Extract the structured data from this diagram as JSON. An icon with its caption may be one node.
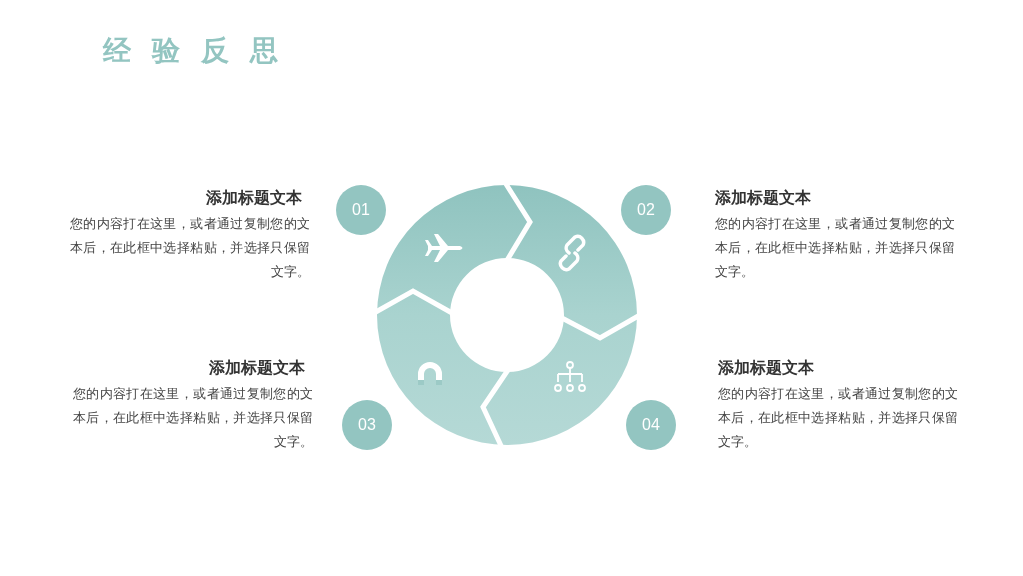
{
  "diagram": {
    "title": "经验反思",
    "nodes": [
      {
        "text": [
          "01"
        ],
        "beside": [
          "添加标题文本",
          "您的内容打在这里，或者通过复制您的文本后，在此框中选择粘贴，并选择只保留文字。"
        ]
      },
      {
        "text": [
          "02"
        ],
        "beside": [
          "添加标题文本",
          "您的内容打在这里，或者通过复制您的文本后，在此框中选择粘贴，并选择只保留文字。"
        ]
      },
      {
        "text": [
          "03"
        ],
        "beside": [
          "添加标题文本",
          "您的内容打在这里，或者通过复制您的文本后，在此框中选择粘贴，并选择只保留文字。"
        ]
      },
      {
        "text": [
          "04"
        ],
        "beside": [
          "添加标题文本",
          "您的内容打在这里，或者通过复制您的文本后，在此框中选择粘贴，并选择只保留文字。"
        ]
      }
    ],
    "edges": []
  }
}
